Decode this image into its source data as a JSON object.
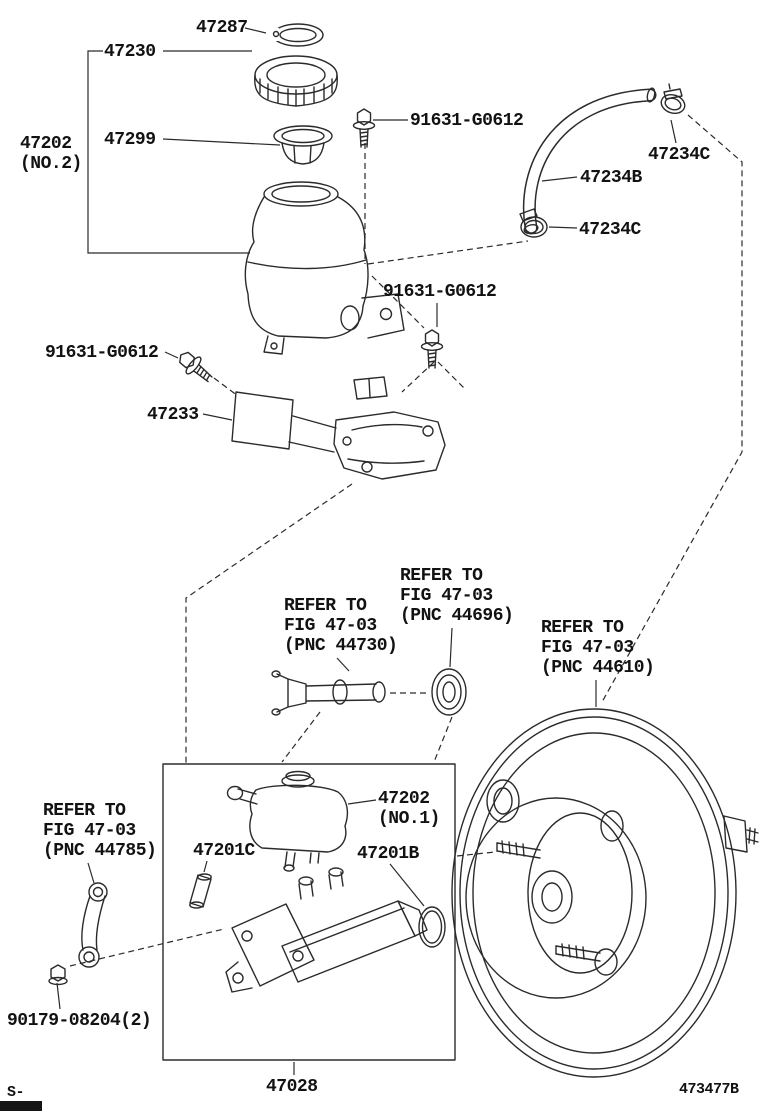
{
  "figure": {
    "code": "473477B",
    "corner_mark": "S-",
    "line_color": "#2b2b2b"
  },
  "labels": {
    "clip": "47287",
    "cap": "47230",
    "reservoir_no2": "47202\n(NO.2)",
    "strainer": "47299",
    "bolt_top": "91631-G0612",
    "bolt_mid": "91631-G0612",
    "bolt_left": "91631-G0612",
    "hose": "47234B",
    "clamp_upper": "47234C",
    "clamp_lower": "47234C",
    "bracket": "47233",
    "refer_pushrod": "REFER TO\nFIG 47-03\n(PNC 44730)",
    "refer_grommet": "REFER TO\nFIG 47-03\n(PNC 44696)",
    "refer_booster": "REFER TO\nFIG 47-03\n(PNC 44610)",
    "refer_link": "REFER TO\nFIG 47-03\n(PNC 44785)",
    "reservoir_no1": "47202\n(NO.1)",
    "pin": "47201C",
    "grommet_ring": "47201B",
    "nut": "90179-08204(2)",
    "master_cylinder": "47028"
  }
}
